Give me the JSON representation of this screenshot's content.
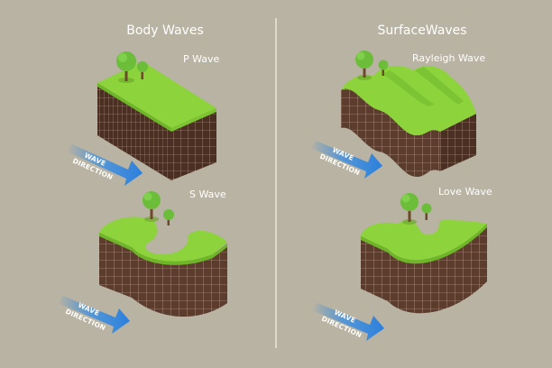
{
  "panels": {
    "body_title": "Body Waves",
    "surface_title": "SurfaceWaves"
  },
  "waves": {
    "p_wave": "P Wave",
    "s_wave": "S Wave",
    "rayleigh_wave": "Rayleigh Wave",
    "love_wave": "Love Wave"
  },
  "arrow_label": {
    "line1": "WAVE",
    "line2": "DIRECTION"
  },
  "colors": {
    "background": "#b8b3a2",
    "grass": "#8dd33c",
    "grass_dark": "#6fb52a",
    "soil": "#5a3a2b",
    "soil_dark": "#432a1f",
    "grid": "#c7a999",
    "arrow": "#2f86e0",
    "divider": "#ece8dc"
  }
}
